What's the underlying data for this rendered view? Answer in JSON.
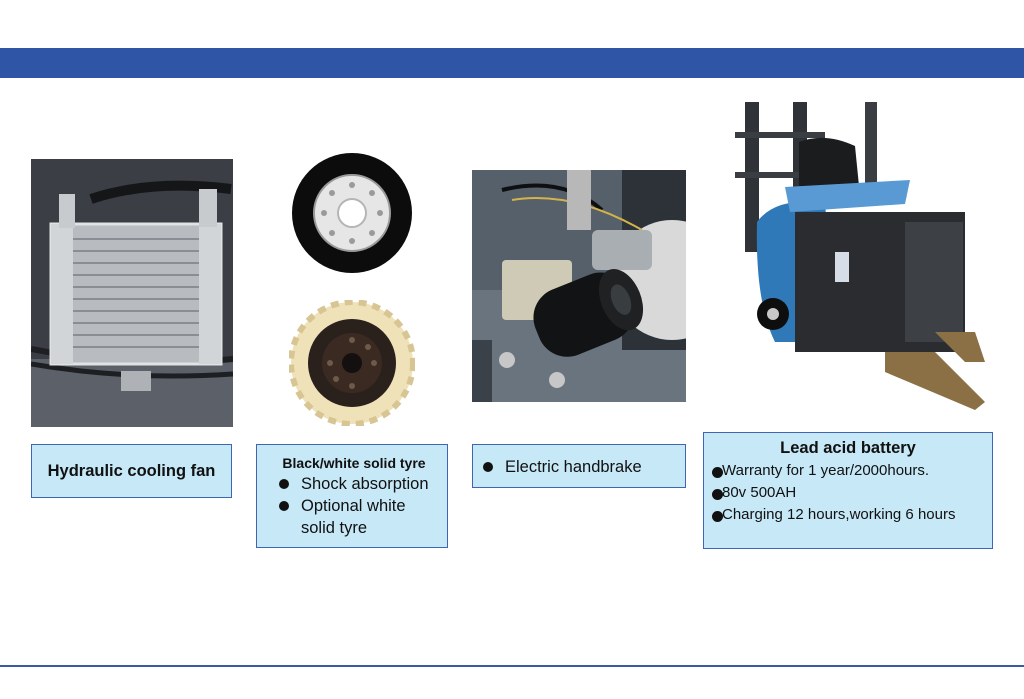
{
  "sections": [
    {
      "title": "Hydraulic cooling fan",
      "bullets": []
    },
    {
      "title": "Black/white solid tyre",
      "bullets": [
        "Shock absorption",
        "Optional white solid tyre"
      ]
    },
    {
      "title": "",
      "bullets": [
        "Electric handbrake"
      ]
    },
    {
      "title": "Lead acid battery",
      "bullets": [
        "Warranty for 1 year/2000hours.",
        "80v 500AH",
        "Charging 12 hours,working 6 hours"
      ]
    }
  ],
  "colors": {
    "band": "#2f56a6",
    "caption_bg": "#c6e8f7",
    "caption_border": "#3f66b0"
  },
  "icons": [
    "bullet-dot-icon"
  ]
}
